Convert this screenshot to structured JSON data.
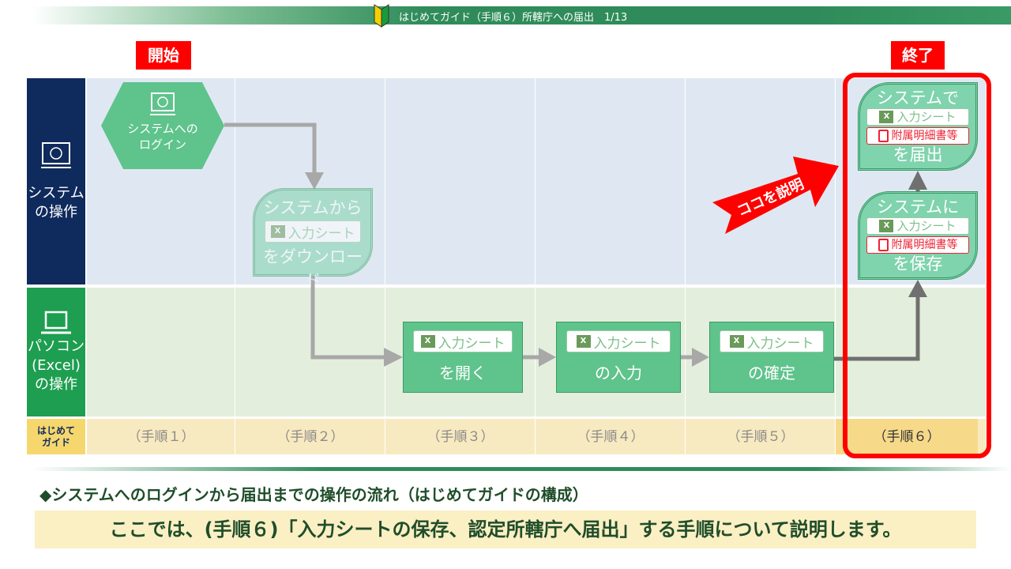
{
  "header": {
    "title": "はじめてガイド（手順６）所轄庁への届出　1/13"
  },
  "labels": {
    "start": "開始",
    "end": "終了"
  },
  "lanes": {
    "system": [
      "システム",
      "の操作"
    ],
    "pc": [
      "パソコン",
      "(Excel)",
      "の操作"
    ],
    "guide": [
      "はじめて",
      "ガイド"
    ]
  },
  "steps": [
    "（手順１）",
    "（手順２）",
    "（手順３）",
    "（手順４）",
    "（手順５）",
    "（手順６）"
  ],
  "shapes": {
    "login": [
      "システムへの",
      "ログイン"
    ],
    "download": {
      "top": "システムから",
      "chip": "入力シート",
      "bottom": "をダウンロード"
    },
    "open": {
      "chip": "入力シート",
      "bottom": "を開く"
    },
    "input": {
      "chip": "入力シート",
      "bottom": "の入力"
    },
    "confirm": {
      "chip": "入力シート",
      "bottom": "の確定"
    },
    "save": {
      "top": "システムに",
      "chip1": "入力シート",
      "chip2": "附属明細書等",
      "bottom": "を保存"
    },
    "submit": {
      "top": "システムで",
      "chip1": "入力シート",
      "chip2": "附属明細書等",
      "bottom": "を届出"
    }
  },
  "callout": "ココを説明",
  "footer": {
    "subtitle": "◆システムへのログインから届出までの操作の流れ（はじめてガイドの構成）",
    "summary": "ここでは、(手順６)「入力シートの保存、認定所轄庁へ届出」する手順について説明します。"
  },
  "colors": {
    "accent": "#ff0000",
    "header": "#2f8c5a",
    "system_lane": "#0f2a5c",
    "pc_lane": "#1e9e50"
  }
}
